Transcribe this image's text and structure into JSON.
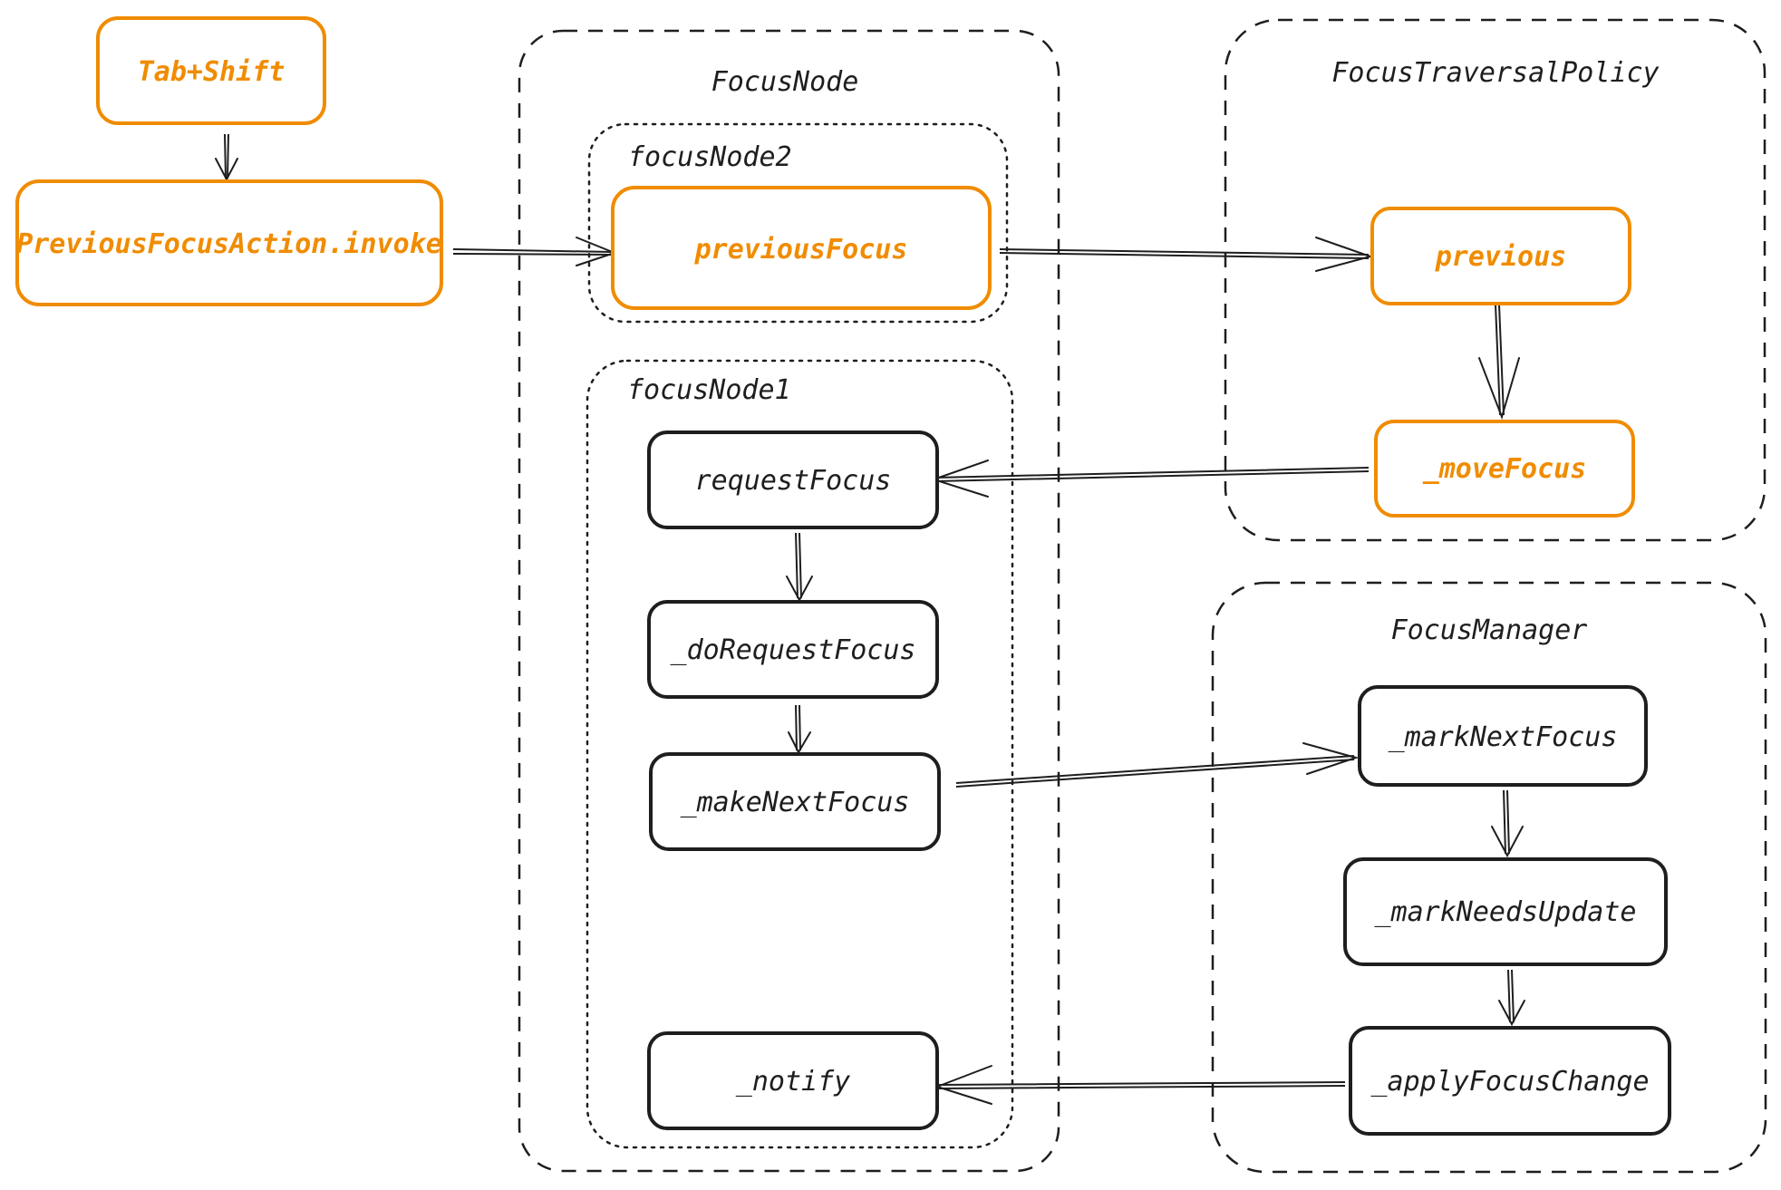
{
  "groups": {
    "focus_node": "FocusNode",
    "focus_node_2": "focusNode2",
    "focus_node_1": "focusNode1",
    "focus_traversal_policy": "FocusTraversalPolicy",
    "focus_manager": "FocusManager"
  },
  "boxes": {
    "tab_shift": "Tab+Shift",
    "previous_focus_action_invoke": "PreviousFocusAction.invoke",
    "previous_focus": "previousFocus",
    "previous": "previous",
    "move_focus": "_moveFocus",
    "request_focus": "requestFocus",
    "do_request_focus": "_doRequestFocus",
    "make_next_focus": "_makeNextFocus",
    "notify": "_notify",
    "mark_next_focus": "_markNextFocus",
    "mark_needs_update": "_markNeedsUpdate",
    "apply_focus_change": "_applyFocusChange"
  },
  "colors": {
    "highlight": "#f08c00",
    "ink": "#1e1e1e",
    "background": "#ffffff"
  },
  "edges": [
    {
      "from": "tab_shift",
      "to": "previous_focus_action_invoke"
    },
    {
      "from": "previous_focus_action_invoke",
      "to": "previous_focus"
    },
    {
      "from": "previous_focus",
      "to": "previous"
    },
    {
      "from": "previous",
      "to": "move_focus"
    },
    {
      "from": "move_focus",
      "to": "request_focus"
    },
    {
      "from": "request_focus",
      "to": "do_request_focus"
    },
    {
      "from": "do_request_focus",
      "to": "make_next_focus"
    },
    {
      "from": "make_next_focus",
      "to": "mark_next_focus"
    },
    {
      "from": "mark_next_focus",
      "to": "mark_needs_update"
    },
    {
      "from": "mark_needs_update",
      "to": "apply_focus_change"
    },
    {
      "from": "apply_focus_change",
      "to": "notify"
    }
  ]
}
